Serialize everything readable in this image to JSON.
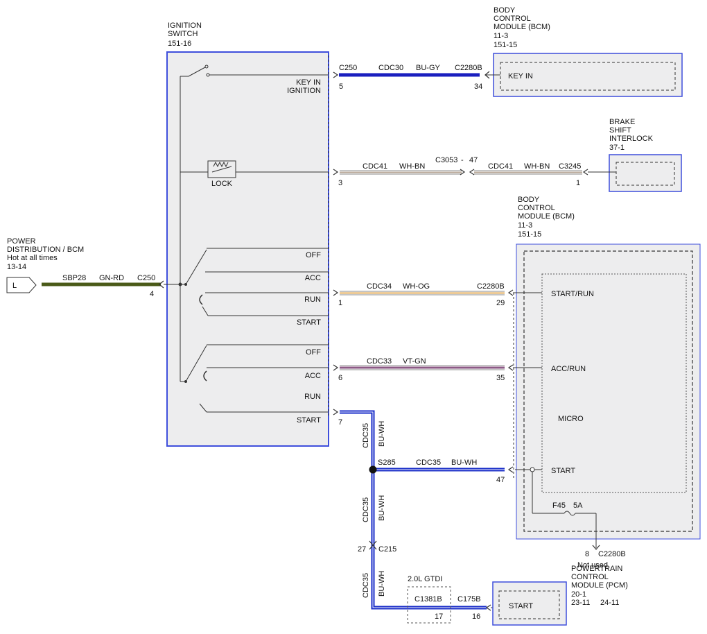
{
  "ignition_switch": {
    "title_lines": [
      "IGNITION",
      "SWITCH",
      "151-16"
    ],
    "key_in_label_1": "KEY IN",
    "key_in_label_2": "IGNITION",
    "lock_label": "LOCK",
    "upper_positions": [
      "OFF",
      "ACC",
      "RUN",
      "START"
    ],
    "lower_positions": [
      "OFF",
      "ACC",
      "RUN",
      "START"
    ]
  },
  "power_source": {
    "title_lines": [
      "POWER",
      "DISTRIBUTION / BCM",
      "Hot at all times",
      "13-14"
    ],
    "connector_letter": "L",
    "circuit": "SBP28",
    "color": "GN-RD",
    "connector": "C250",
    "pin": "4"
  },
  "bcm_top": {
    "title_lines": [
      "BODY",
      "CONTROL",
      "MODULE (BCM)",
      "11-3",
      "151-15"
    ],
    "input_label": "KEY IN"
  },
  "key_in_wire": {
    "connector_left": "C250",
    "pin_left": "5",
    "circuit": "CDC30",
    "color": "BU-GY",
    "connector_right": "C2280B",
    "pin_right": "34"
  },
  "brake_interlock": {
    "title_lines": [
      "BRAKE",
      "SHIFT",
      "INTERLOCK",
      "37-1"
    ]
  },
  "lock_wire": {
    "pin_left": "3",
    "circuit_1": "CDC41",
    "color_1": "WH-BN",
    "inline_connector": "C3053",
    "inline_dash": "-",
    "inline_pin": "47",
    "circuit_2": "CDC41",
    "color_2": "WH-BN",
    "connector_right": "C3245",
    "pin_right": "1"
  },
  "bcm_main": {
    "title_lines": [
      "BODY",
      "CONTROL",
      "MODULE (BCM)",
      "11-3",
      "151-15"
    ],
    "start_run_label": "START/RUN",
    "acc_run_label": "ACC/RUN",
    "micro_label": "MICRO",
    "start_label": "START",
    "fuse_label": "F45",
    "fuse_rating": "5A",
    "out_pin": "8",
    "out_connector": "C2280B",
    "not_used": "Not used"
  },
  "run_wire": {
    "circuit": "CDC34",
    "color": "WH-OG",
    "connector_right": "C2280B",
    "pin_left": "1",
    "pin_right": "29"
  },
  "acc_wire": {
    "circuit": "CDC33",
    "color": "VT-GN",
    "pin_left": "6",
    "pin_right": "35"
  },
  "start_wire": {
    "pin_left": "7",
    "vertical_circuit_1": "CDC35",
    "vertical_color_1": "BU-WH",
    "splice": "S285",
    "circuit_h": "CDC35",
    "color_h": "BU-WH",
    "pin_bcm": "47",
    "vertical_circuit_2": "CDC35",
    "vertical_color_2": "BU-WH",
    "inline_pin": "27",
    "inline_connector": "C215",
    "vertical_circuit_3": "CDC35",
    "vertical_color_3": "BU-WH"
  },
  "pcm": {
    "engine_label": "2.0L GTDI",
    "connector_inline": "C1381B",
    "pin_inline": "17",
    "connector": "C175B",
    "pin": "16",
    "input_label": "START",
    "title_lines": [
      "POWERTRAIN",
      "CONTROL",
      "MODULE (PCM)",
      "20-1",
      "23-11",
      "24-11"
    ]
  },
  "colors": {
    "box_border": "#3f4fdc",
    "box_fill": "#ededee",
    "bu_gy": "#1a1fbf",
    "bu_wh": "#1a2ec8",
    "gn_rd": "#4a5a18",
    "wh_og": "#e9bf80",
    "vt_gn": "#8c5a86",
    "wh_bn": "#b9a898"
  }
}
